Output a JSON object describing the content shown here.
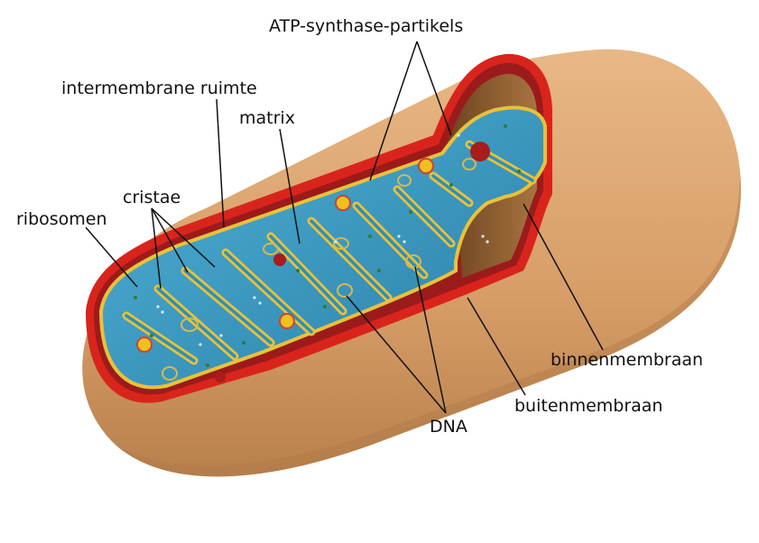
{
  "labels": {
    "atp": "ATP-synthase-partikels",
    "intermembrane": "intermembrane ruimte",
    "matrix": "matrix",
    "cristae": "cristae",
    "ribosomen": "ribosomen",
    "binnenmembraan": "binnenmembraan",
    "buitenmembraan": "buitenmembraan",
    "dna": "DNA"
  },
  "colors": {
    "outer_skin": "#d7a16e",
    "outer_dark": "#b07a48",
    "outer_membrane": "#d9241c",
    "intermembrane_space": "#9b1b1b",
    "inner_membrane": "#e8c23a",
    "matrix": "#3a9cc4",
    "cut_face": "#8a5a2c",
    "ribosome": "#2e7d32",
    "dna": "#d8b84a",
    "atp_particle": "#f0c020"
  }
}
